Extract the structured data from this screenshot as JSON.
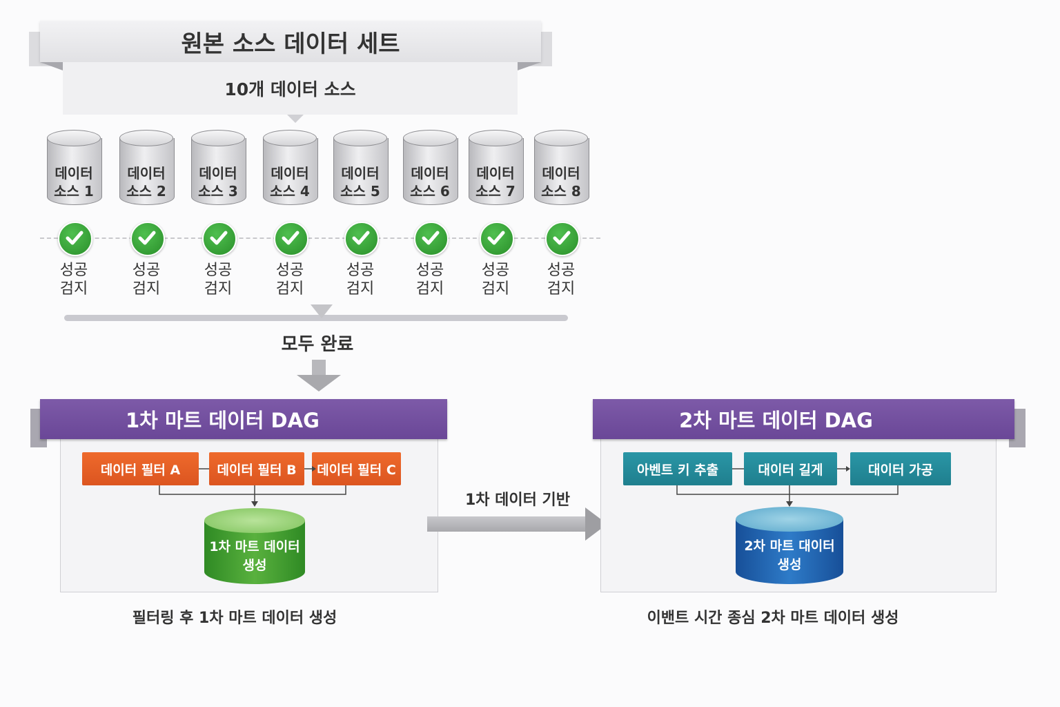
{
  "header": {
    "title": "원본 소스 데이터 세트",
    "subtitle": "10개 데이터 소스"
  },
  "sources": [
    {
      "line1": "데이터",
      "line2": "소스 1"
    },
    {
      "line1": "데이터",
      "line2": "소스 2"
    },
    {
      "line1": "데이터",
      "line2": "소스 3"
    },
    {
      "line1": "데이터",
      "line2": "소스 4"
    },
    {
      "line1": "데이터",
      "line2": "소스 5"
    },
    {
      "line1": "데이터",
      "line2": "소스 6"
    },
    {
      "line1": "데이터",
      "line2": "소스 7"
    },
    {
      "line1": "데이터",
      "line2": "소스 8"
    }
  ],
  "detect": {
    "line1": "성공",
    "line2": "검지"
  },
  "all_done": "모두 완료",
  "dag1": {
    "title": "1차 마트 데이터 DAG",
    "steps": [
      "데이터 필터 A",
      "데이터 필터 B",
      "데이터 필터 C"
    ],
    "output_line1": "1차 마트 데이터",
    "output_line2": "생성",
    "caption": "필터링 후 1차 마트 데이터 생성",
    "step_color": "#e4602a",
    "output_color": "#3f9a2c"
  },
  "bridge_label": "1차 데이터 기반",
  "dag2": {
    "title": "2차 마트 데이터 DAG",
    "steps": [
      "아벤트 키 추출",
      "대이터 길게",
      "대이터 가공"
    ],
    "output_line1": "2차 마트 대이터",
    "output_line2": "생성",
    "caption": "이밴트 시간 종심 2차 마트 데이터 생성",
    "step_color": "#23899a",
    "output_color": "#1f63b0"
  },
  "colors": {
    "purple": "#6f4c9b",
    "check_green": "#2f9a2f"
  }
}
